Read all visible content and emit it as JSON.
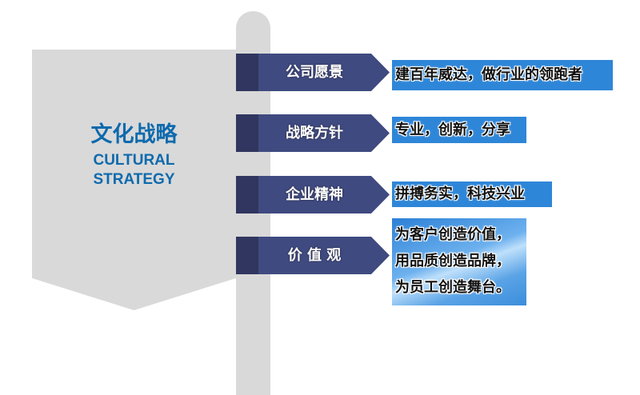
{
  "sign": {
    "title_cn": "文化战略",
    "title_en_line1": "CULTURAL",
    "title_en_line2": "STRATEGY"
  },
  "rows": [
    {
      "label": "公司愿景",
      "value": "建百年威达，做行业的领跑者"
    },
    {
      "label": "战略方针",
      "value": "专业，创新，分享"
    },
    {
      "label": "企业精神",
      "value": "拼搏务实，科技兴业"
    },
    {
      "label": "价 值 观",
      "value_lines": [
        "为客户创造价值，",
        "用品质创造品牌，",
        "为员工创造舞台。"
      ]
    }
  ],
  "colors": {
    "title": "#0e6aad",
    "arrow": "#3f4a80",
    "arrow_dark": "#30365f",
    "box": "#2e86d8",
    "sign": "#d9d9d9"
  }
}
